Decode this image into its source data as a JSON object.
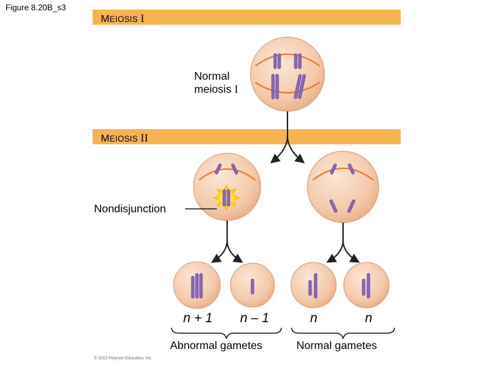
{
  "figure_id": "Figure 8.20B_s3",
  "band1": {
    "first_letter": "M",
    "rest": "EIOSIS",
    "roman": "I"
  },
  "band2": {
    "first_letter": "M",
    "rest": "EIOSIS",
    "roman": "II"
  },
  "normal_meiosis_label": {
    "line1": "Normal",
    "line2_text": "meiosis",
    "line2_roman": "I"
  },
  "nondisjunction_label": "Nondisjunction",
  "gametes": [
    {
      "label": "n + 1"
    },
    {
      "label": "n – 1"
    },
    {
      "label": "n"
    },
    {
      "label": "n"
    }
  ],
  "groups": {
    "abnormal": "Abnormal gametes",
    "normal": "Normal gametes"
  },
  "copyright": "© 2013 Pearson Education, Inc.",
  "colors": {
    "band": "#f7b352",
    "cell_fill": "#f5d2b6",
    "spindle": "#e8782a",
    "chromosome": "#8a6ab8",
    "nondisjunction_flash": "#ffd21a"
  }
}
